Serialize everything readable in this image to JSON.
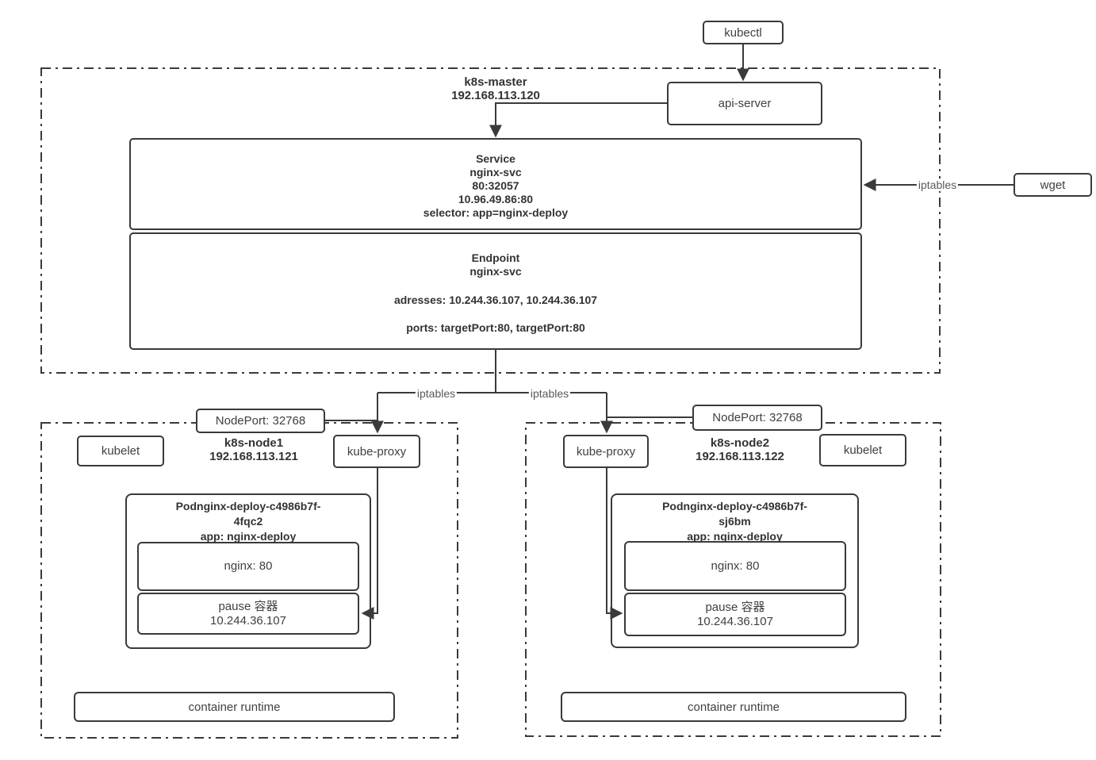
{
  "external": {
    "kubectl_label": "kubectl",
    "wget_label": "wget"
  },
  "labels": {
    "iptables_wget": "iptables",
    "iptables_node1": "iptables",
    "iptables_node2": "iptables"
  },
  "master": {
    "name": "k8s-master",
    "ip": "192.168.113.120",
    "api_server_label": "api-server",
    "service": {
      "title": "Service",
      "name": "nginx-svc",
      "port_mapping": "80:32057",
      "cluster_ip": "10.96.49.86:80",
      "selector": "selector: app=nginx-deploy"
    },
    "endpoint": {
      "title": "Endpoint",
      "name": "nginx-svc",
      "addresses": "adresses: 10.244.36.107, 10.244.36.107",
      "ports": "ports: targetPort:80, targetPort:80"
    }
  },
  "node1": {
    "nodeport_label": "NodePort: 32768",
    "name": "k8s-node1",
    "ip": "192.168.113.121",
    "kubelet_label": "kubelet",
    "kube_proxy_label": "kube-proxy",
    "pod": {
      "title_line1": "Podnginx-deploy-c4986b7f-",
      "title_line2": "4fqc2",
      "app_label": "app: nginx-deploy",
      "nginx_container": "nginx: 80",
      "pause_container": "pause 容器",
      "pause_ip": "10.244.36.107"
    },
    "container_runtime_label": "container runtime"
  },
  "node2": {
    "nodeport_label": "NodePort: 32768",
    "name": "k8s-node2",
    "ip": "192.168.113.122",
    "kubelet_label": "kubelet",
    "kube_proxy_label": "kube-proxy",
    "pod": {
      "title_line1": "Podnginx-deploy-c4986b7f-",
      "title_line2": "sj6bm",
      "app_label": "app: nginx-deploy",
      "nginx_container": "nginx: 80",
      "pause_container": "pause 容器",
      "pause_ip": "10.244.36.107"
    },
    "container_runtime_label": "container runtime"
  },
  "colors": {
    "line": "#3a3a3a",
    "text_dark": "#333333",
    "text_gray": "#595959"
  }
}
